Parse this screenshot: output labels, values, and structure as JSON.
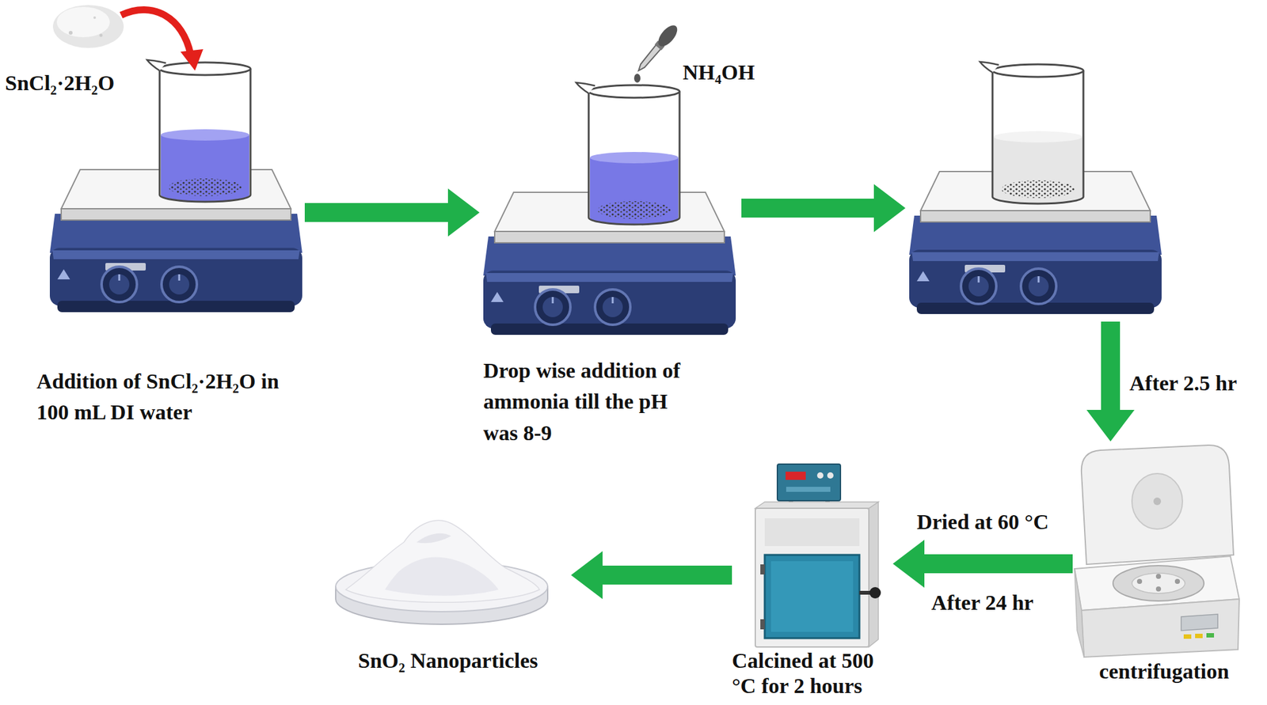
{
  "diagram": {
    "nodes": [
      {
        "text": [
          "Addition of SnCl₂·2H₂O in 100 mL DI water"
        ]
      },
      {
        "text": [
          "Drop wise addition of ammonia till the pH was 8-9"
        ]
      },
      {
        "text": []
      },
      {
        "text": [
          "centrifugation"
        ]
      },
      {
        "text": [
          "Calcined at 500 °C for 2 hours"
        ]
      },
      {
        "text": [
          "SnO₂ Nanoparticles"
        ]
      }
    ],
    "edges": [
      {
        "from": 0,
        "to": 1,
        "arrow": "to"
      },
      {
        "from": 1,
        "to": 2,
        "arrow": "to"
      },
      {
        "from": 2,
        "to": 3,
        "arrow": "to",
        "label": "After 2.5 hr"
      },
      {
        "from": 3,
        "to": 4,
        "arrow": "to",
        "label": "Dried at 60 °C"
      },
      {
        "from": 4,
        "to": 5,
        "arrow": "to"
      }
    ],
    "labels": [
      "SnCl₂·2H₂O",
      "NH₄OH",
      "After 24 hr"
    ]
  }
}
